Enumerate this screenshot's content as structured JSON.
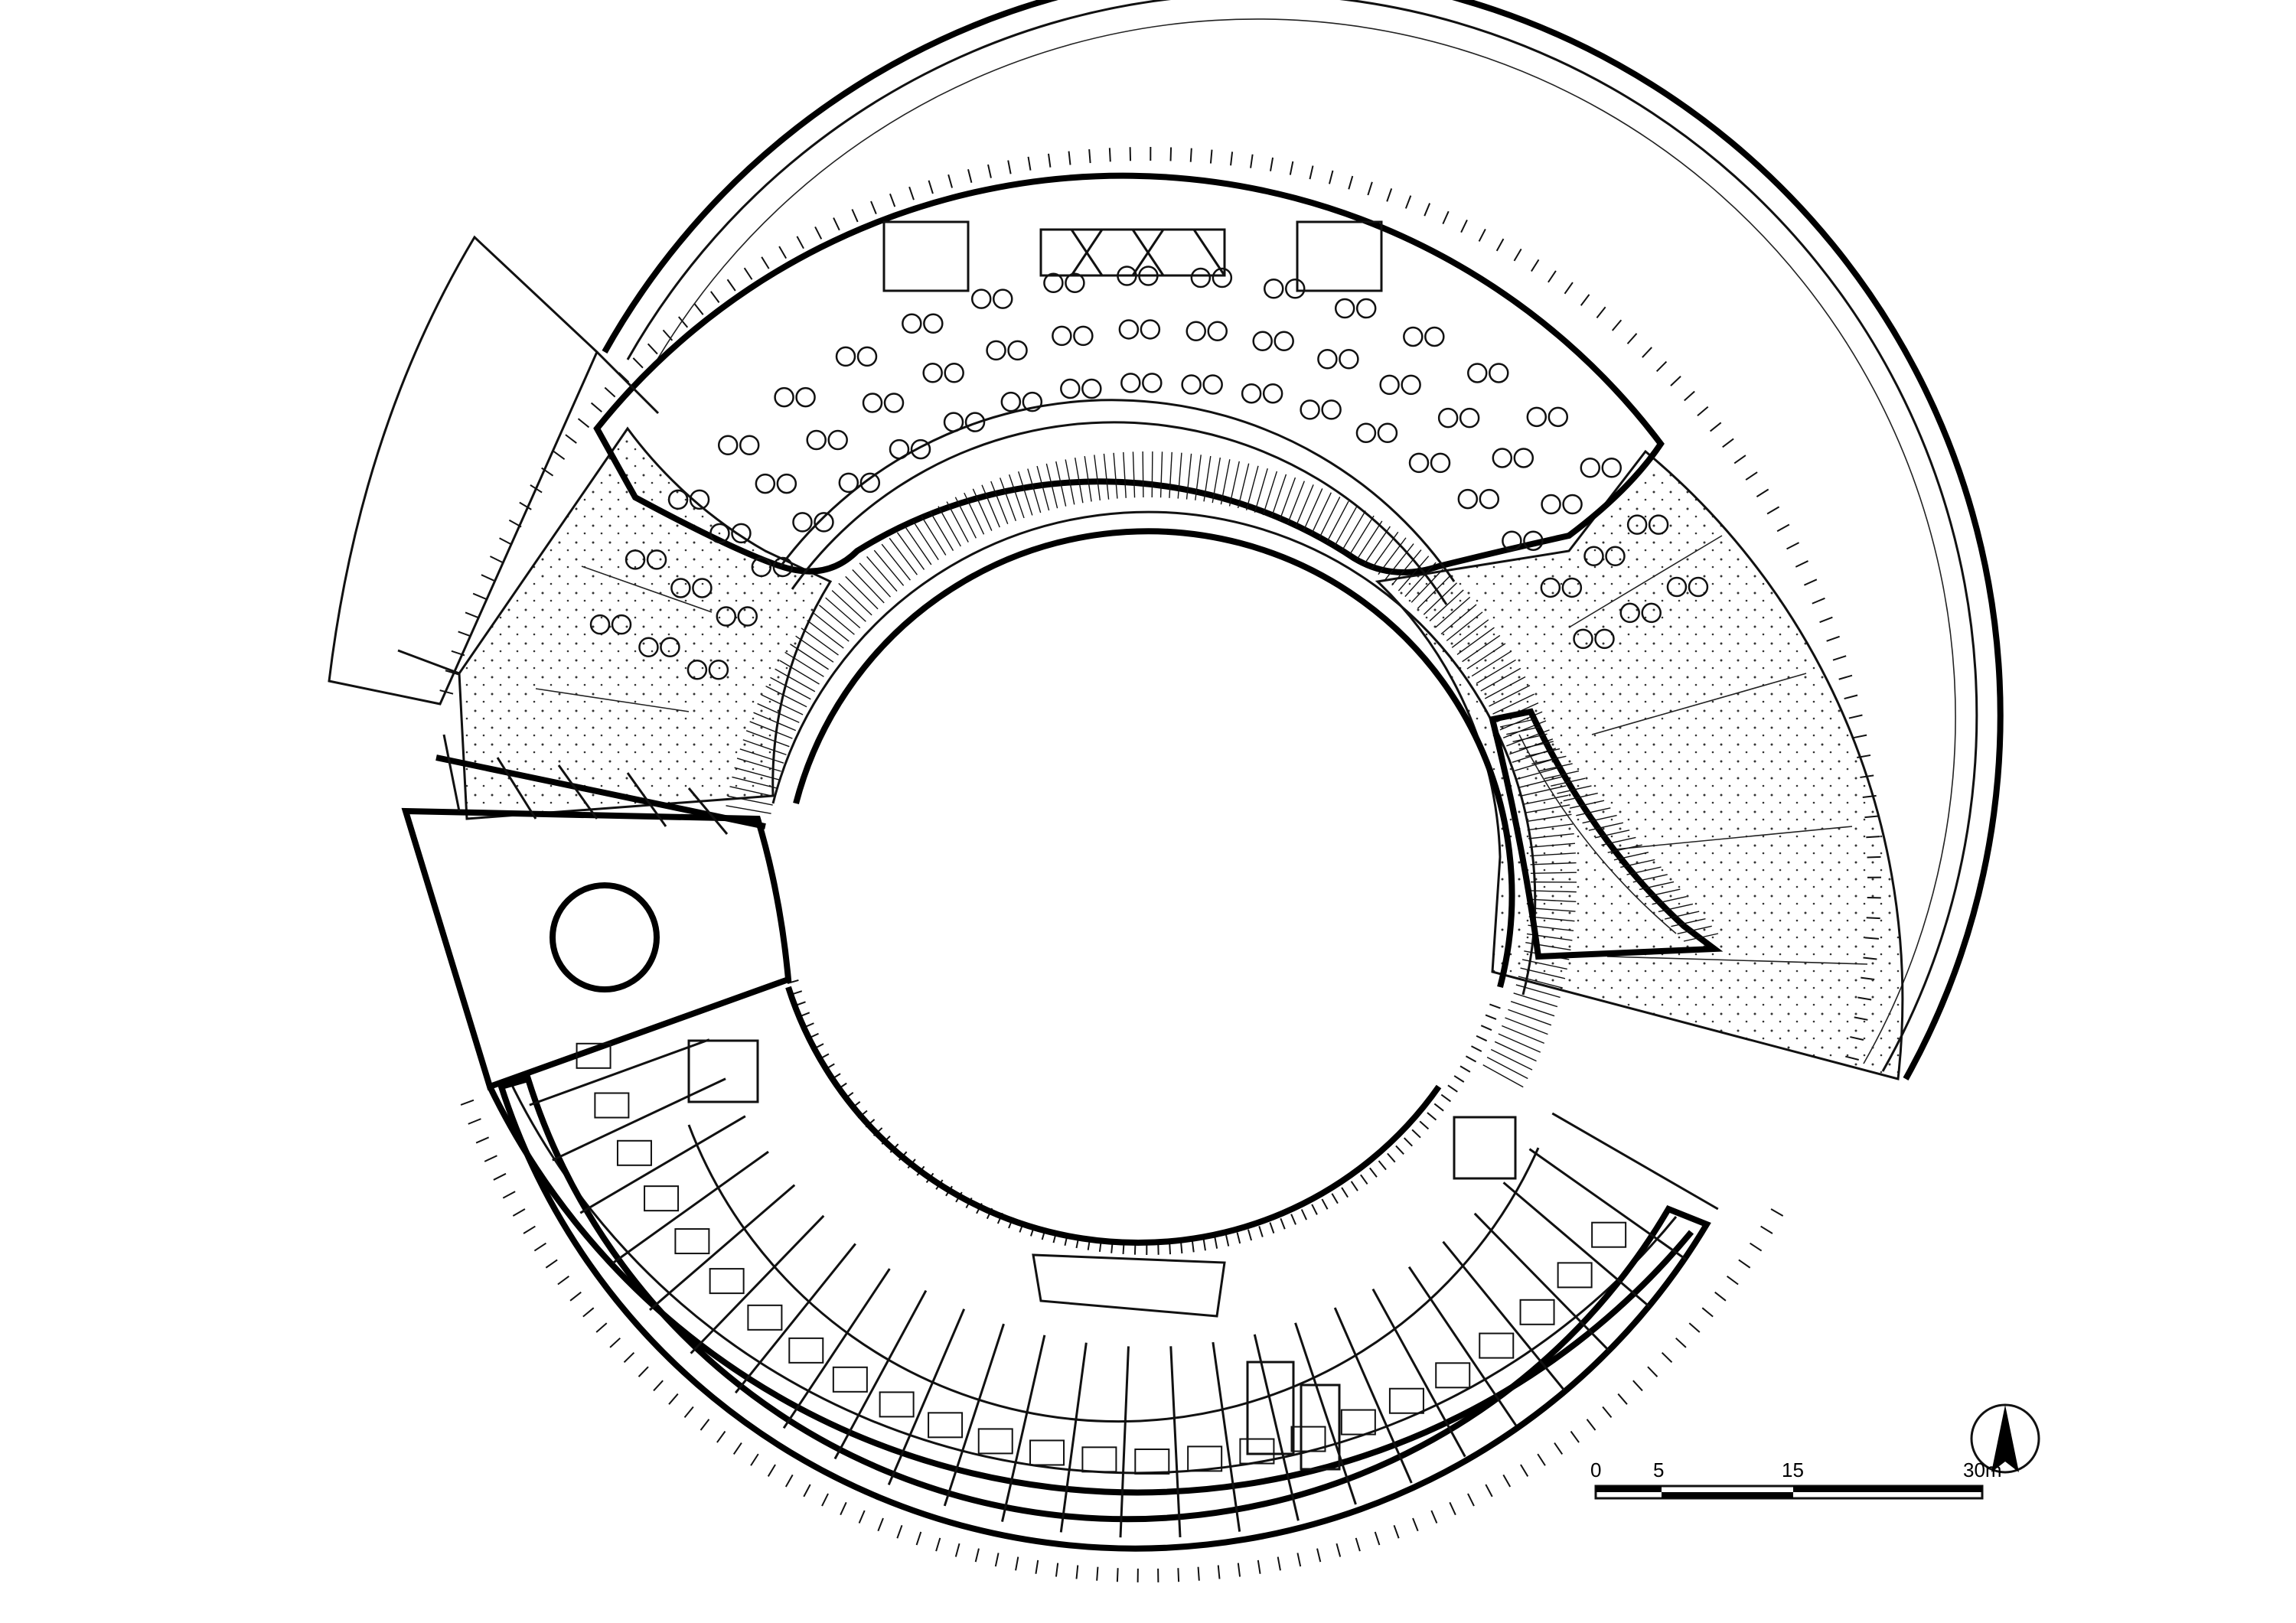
{
  "scale_bar": {
    "ticks": [
      "0",
      "5",
      "15",
      "30m"
    ]
  },
  "north_arrow": {
    "icon": "north-arrow-icon"
  },
  "drawing": {
    "type": "architectural floor plan",
    "colors": {
      "line": "#000000",
      "background": "#ffffff"
    }
  }
}
